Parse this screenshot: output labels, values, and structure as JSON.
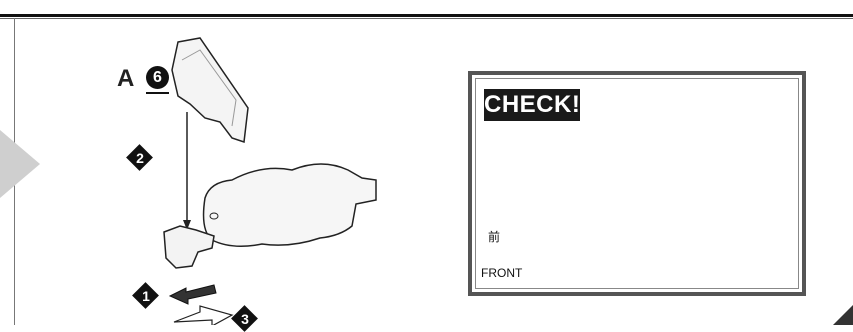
{
  "part": {
    "letter": "A",
    "number": "6"
  },
  "steps": [
    {
      "number": "1"
    },
    {
      "number": "2"
    },
    {
      "number": "3"
    }
  ],
  "check": {
    "title": "CHECK!",
    "front_kanji": "前",
    "front_label": "FRONT"
  },
  "icons": {
    "front-arrow": "left-arrow-icon",
    "step-marker": "diamond"
  }
}
